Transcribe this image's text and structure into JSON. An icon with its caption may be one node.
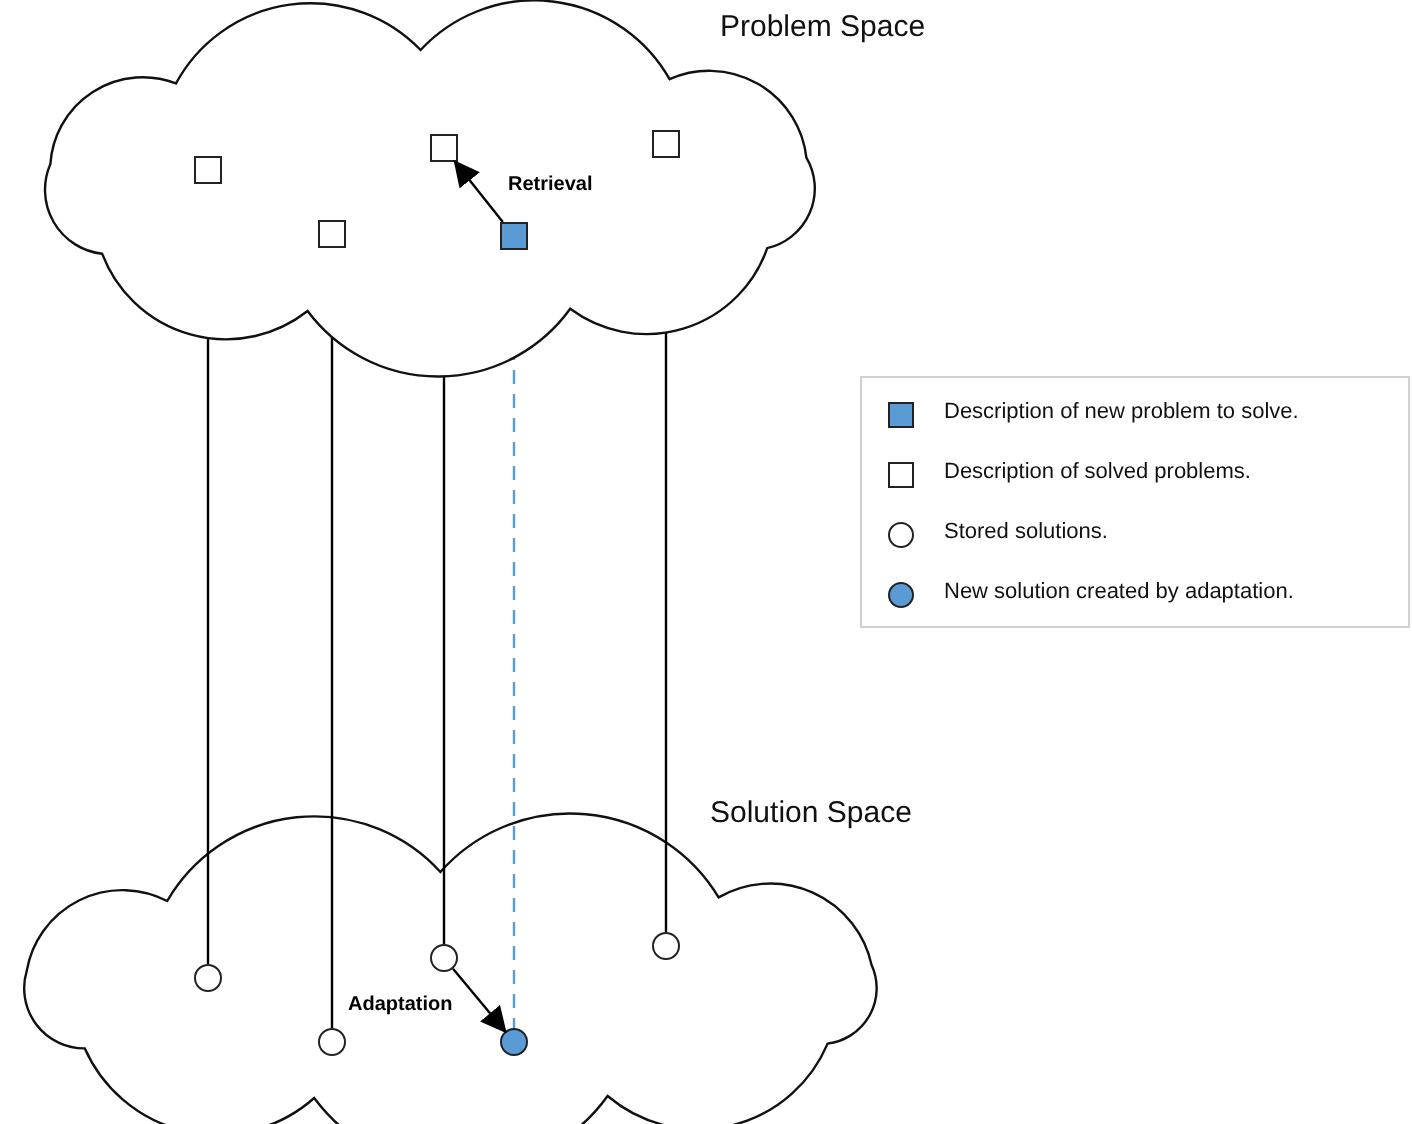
{
  "diagram": {
    "nodes": [
      {
        "text": [
          "Problem Space"
        ]
      },
      {
        "text": [],
        "shape": "box",
        "in": 0
      },
      {
        "text": [],
        "shape": "box",
        "in": 0
      },
      {
        "text": [],
        "shape": "box",
        "in": 0
      },
      {
        "text": [],
        "shape": "box",
        "in": 0
      },
      {
        "text": [],
        "shape": "box",
        "in": 0
      },
      {
        "text": [
          "Solution Space"
        ]
      },
      {
        "text": [],
        "shape": "circle",
        "in": 6
      },
      {
        "text": [],
        "shape": "circle",
        "in": 6
      },
      {
        "text": [],
        "shape": "circle",
        "in": 6
      },
      {
        "text": [],
        "shape": "circle",
        "in": 6
      },
      {
        "text": [],
        "shape": "circle",
        "in": 6
      }
    ],
    "edges": [
      {
        "from": 1,
        "to": 7,
        "arrow": "none"
      },
      {
        "from": 2,
        "to": 8,
        "arrow": "none"
      },
      {
        "from": 3,
        "to": 9,
        "arrow": "none"
      },
      {
        "from": 4,
        "to": 10,
        "arrow": "none",
        "style": "dashed",
        "color": "#5b9bd5"
      },
      {
        "from": 5,
        "to": 11,
        "arrow": "none"
      },
      {
        "from": 4,
        "to": 3,
        "arrow": "to",
        "label": "Retrieval"
      },
      {
        "from": 9,
        "to": 10,
        "arrow": "to",
        "label": "Adaptation"
      }
    ],
    "legend": [
      {
        "text": "Description of new problem to solve."
      },
      {
        "text": "Description of solved problems."
      },
      {
        "text": "Stored solutions."
      },
      {
        "text": "New solution created by adaptation."
      }
    ]
  }
}
